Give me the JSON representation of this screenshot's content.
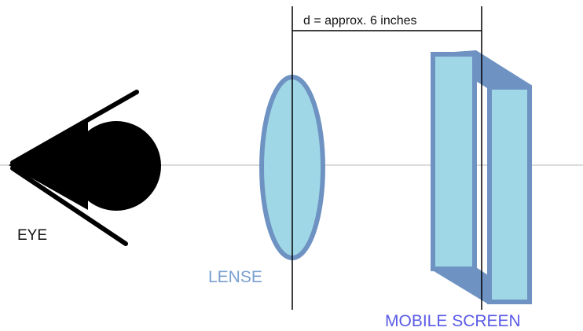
{
  "labels": {
    "eye": "EYE",
    "lense": "LENSE",
    "screen": "MOBILE SCREEN",
    "distance": "d = approx. 6 inches"
  },
  "colors": {
    "axis_line": "#c8c8c8",
    "guide_line": "#000000",
    "eye": "#000000",
    "lens_fill": "#9fd7e6",
    "lens_stroke": "#6e92c2",
    "screen_fill": "#9fd7e6",
    "screen_stroke": "#6e92c2",
    "eye_label": "#111111",
    "lense_label": "#7a9fd0",
    "screen_label": "#5a5ae6",
    "distance_label": "#111111"
  }
}
